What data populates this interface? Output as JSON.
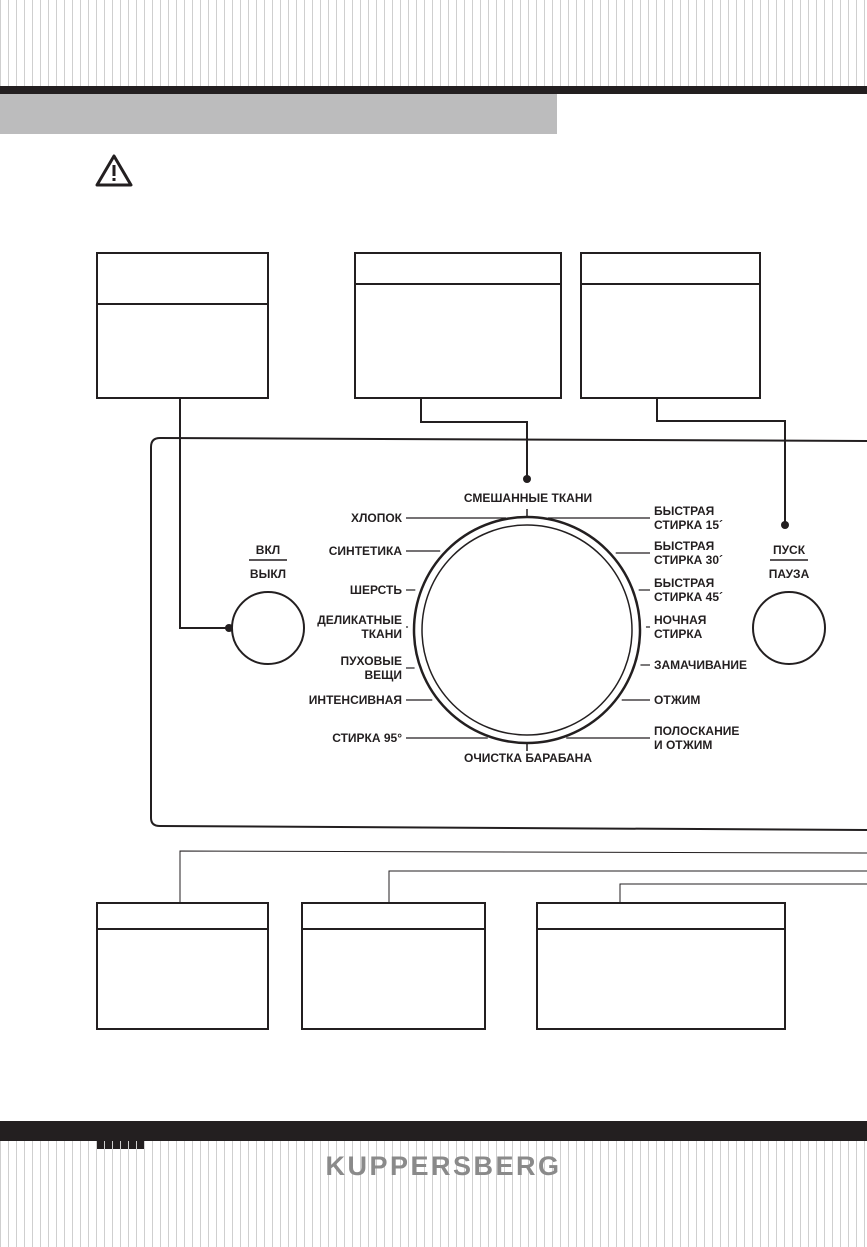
{
  "brand": "KUPPERSBERG",
  "power_button": {
    "top": "ВКЛ",
    "bottom": "ВЫКЛ"
  },
  "start_button": {
    "top": "ПУСК",
    "bottom": "ПАУЗА"
  },
  "dial": {
    "top_label": "СМЕШАННЫЕ ТКАНИ",
    "bottom_label": "ОЧИСТКА БАРАБАНА",
    "left_programs": [
      [
        "ХЛОПОК"
      ],
      [
        "СИНТЕТИКА"
      ],
      [
        "ШЕРСТЬ"
      ],
      [
        "ДЕЛИКАТНЫЕ",
        "ТКАНИ"
      ],
      [
        "ПУХОВЫЕ",
        "ВЕЩИ"
      ],
      [
        "ИНТЕНСИВНАЯ"
      ],
      [
        "СТИРКА 95°"
      ]
    ],
    "right_programs": [
      [
        "БЫСТРАЯ",
        "СТИРКА 15´"
      ],
      [
        "БЫСТРАЯ",
        "СТИРКА 30´"
      ],
      [
        "БЫСТРАЯ",
        "СТИРКА 45´"
      ],
      [
        "НОЧНАЯ",
        "СТИРКА"
      ],
      [
        "ЗАМАЧИВАНИЕ"
      ],
      [
        "ОТЖИМ"
      ],
      [
        "ПОЛОСКАНИЕ",
        "И ОТЖИМ"
      ]
    ]
  },
  "icons": {
    "warning": "warning-triangle-icon"
  }
}
